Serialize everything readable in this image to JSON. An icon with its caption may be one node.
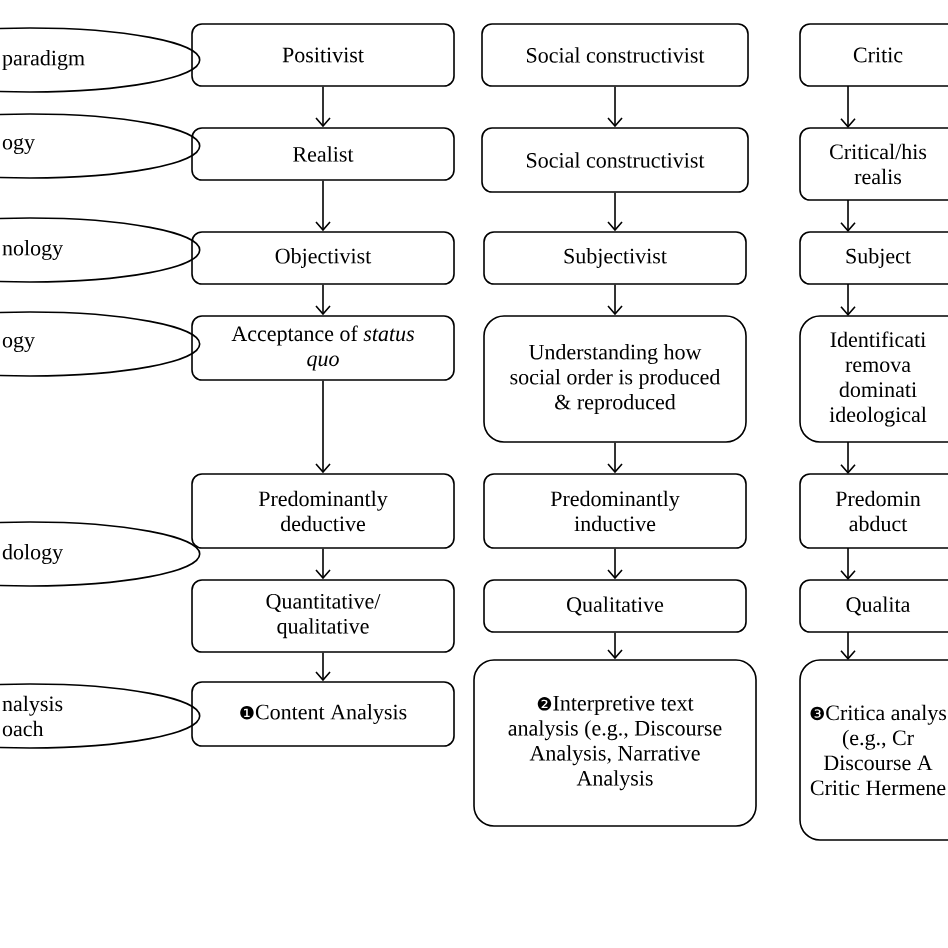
{
  "diagram": {
    "nodes": [
      {
        "text": [
          "paradigm"
        ]
      },
      {
        "text": [
          "ogy"
        ]
      },
      {
        "text": [
          "nology"
        ]
      },
      {
        "text": [
          "ogy"
        ]
      },
      {
        "text": [
          "dology"
        ]
      },
      {
        "text": [
          "nalysis oach"
        ]
      },
      {
        "text": [
          "Positivist"
        ]
      },
      {
        "text": [
          "Realist"
        ]
      },
      {
        "text": [
          "Objectivist"
        ]
      },
      {
        "text": [
          "Acceptance of *status quo*"
        ]
      },
      {
        "text": [
          "Predominantly deductive"
        ]
      },
      {
        "text": [
          "Quantitative/ qualitative"
        ]
      },
      {
        "text": [
          "❶",
          "Content Analysis"
        ]
      },
      {
        "text": [
          "Social constructivist"
        ]
      },
      {
        "text": [
          "Social constructivist"
        ]
      },
      {
        "text": [
          "Subjectivist"
        ]
      },
      {
        "text": [
          "Understanding how social order is produced & reproduced"
        ]
      },
      {
        "text": [
          "Predominantly inductive"
        ]
      },
      {
        "text": [
          "Qualitative"
        ]
      },
      {
        "text": [
          "❷",
          "Interpretive text analysis (e.g., Discourse Analysis, Narrative Analysis"
        ]
      },
      {
        "text": [
          "Critic"
        ]
      },
      {
        "text": [
          "Critical/his realis"
        ]
      },
      {
        "text": [
          "Subject"
        ]
      },
      {
        "text": [
          "Identificati remova dominati ideological"
        ]
      },
      {
        "text": [
          "Predomin abduct"
        ]
      },
      {
        "text": [
          "Qualita"
        ]
      },
      {
        "text": [
          "❸",
          "Critica analys (e.g., Cr Discourse A Critic Hermene"
        ]
      }
    ],
    "edges": [
      {
        "from": 6,
        "to": 7,
        "arrow": "to"
      },
      {
        "from": 7,
        "to": 8,
        "arrow": "to"
      },
      {
        "from": 8,
        "to": 9,
        "arrow": "to"
      },
      {
        "from": 9,
        "to": 10,
        "arrow": "to"
      },
      {
        "from": 10,
        "to": 11,
        "arrow": "to"
      },
      {
        "from": 11,
        "to": 12,
        "arrow": "to"
      },
      {
        "from": 13,
        "to": 14,
        "arrow": "to"
      },
      {
        "from": 14,
        "to": 15,
        "arrow": "to"
      },
      {
        "from": 15,
        "to": 16,
        "arrow": "to"
      },
      {
        "from": 16,
        "to": 17,
        "arrow": "to"
      },
      {
        "from": 17,
        "to": 18,
        "arrow": "to"
      },
      {
        "from": 18,
        "to": 19,
        "arrow": "to"
      },
      {
        "from": 20,
        "to": 21,
        "arrow": "to"
      },
      {
        "from": 21,
        "to": 22,
        "arrow": "to"
      },
      {
        "from": 22,
        "to": 23,
        "arrow": "to"
      },
      {
        "from": 23,
        "to": 24,
        "arrow": "to"
      },
      {
        "from": 24,
        "to": 25,
        "arrow": "to"
      },
      {
        "from": 25,
        "to": 26,
        "arrow": "to"
      }
    ]
  }
}
